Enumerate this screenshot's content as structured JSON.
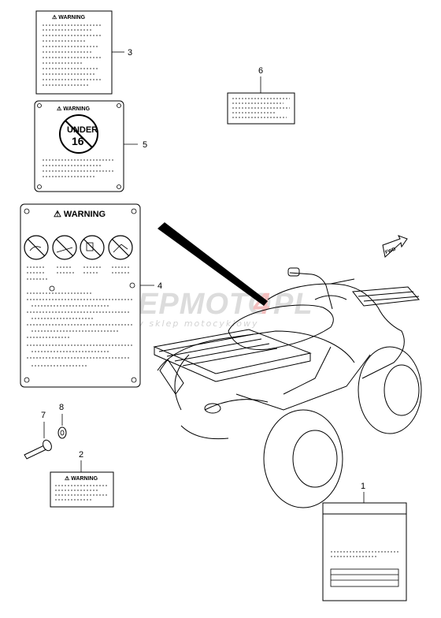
{
  "labels": {
    "item3_header": "⚠ WARNING",
    "item5_header": "⚠ WARNING",
    "item5_under": "UNDER",
    "item5_age": "16",
    "item4_header": "⚠ WARNING",
    "item2_header": "⚠ WARNING",
    "fwd": "FWD"
  },
  "callouts": {
    "c1": "1",
    "c2": "2",
    "c3": "3",
    "c4": "4",
    "c5": "5",
    "c6": "6",
    "c7": "7",
    "c8": "8"
  },
  "watermark": {
    "brand_a": "SKLEPMOTO",
    "brand_b": "4",
    "brand_c": "PL",
    "tagline": "internetowy sklep motocyklowy"
  }
}
